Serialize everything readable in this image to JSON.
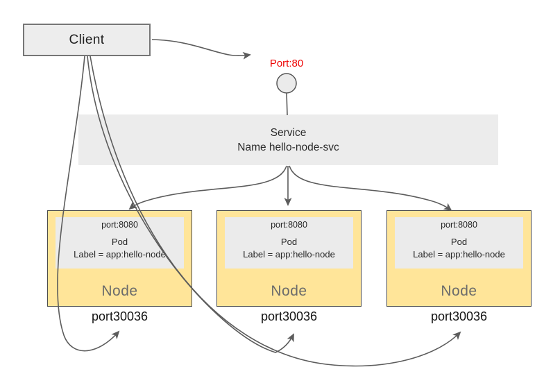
{
  "client": {
    "label": "Client"
  },
  "service": {
    "port_label": "Port:80",
    "title": "Service",
    "name": "Name hello-node-svc"
  },
  "nodes": [
    {
      "pod_port": "port:8080",
      "pod_title": "Pod",
      "pod_label": "Label = app:hello-node",
      "label": "Node",
      "external_port": "port30036"
    },
    {
      "pod_port": "port:8080",
      "pod_title": "Pod",
      "pod_label": "Label = app:hello-node",
      "label": "Node",
      "external_port": "port30036"
    },
    {
      "pod_port": "port:8080",
      "pod_title": "Pod",
      "pod_label": "Label = app:hello-node",
      "label": "Node",
      "external_port": "port30036"
    }
  ],
  "colors": {
    "node_fill": "#ffe599",
    "panel_fill": "#ececec",
    "box_border": "#4d4d4d",
    "arrow": "#5c5c5c",
    "port_red": "#ee0000",
    "node_text": "#6b6b6b"
  }
}
